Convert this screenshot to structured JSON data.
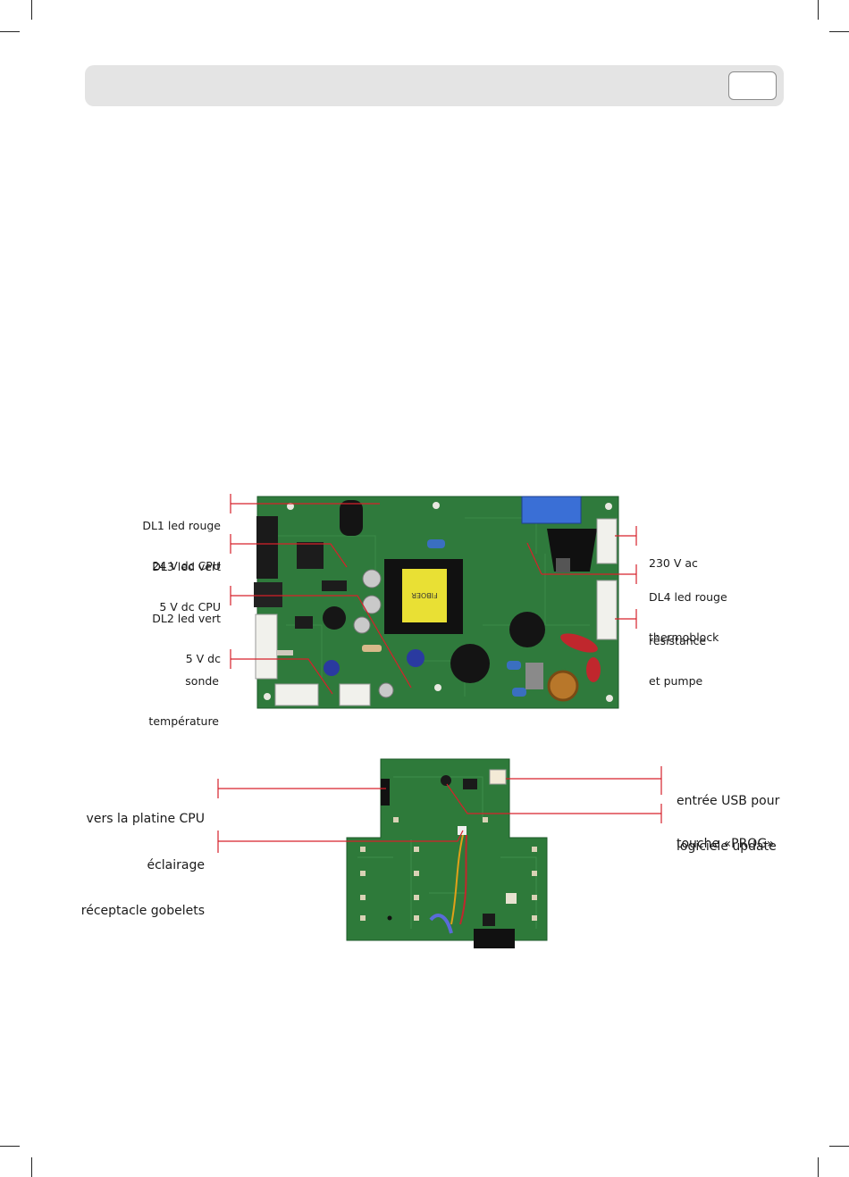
{
  "header": {
    "page_number": ""
  },
  "figure1": {
    "labels_left": [
      {
        "line1": "DL1 led rouge",
        "line2": "24 V dc CPU"
      },
      {
        "line1": "DL3 led vert",
        "line2": "5 V dc CPU"
      },
      {
        "line1": "DL2 led vert",
        "line2": "5 V dc"
      },
      {
        "line1": "sonde",
        "line2": "température"
      }
    ],
    "labels_right": [
      {
        "line1": "230 V ac",
        "line2": ""
      },
      {
        "line1": "DL4 led rouge",
        "line2": "thermoblock"
      },
      {
        "line1": "résistance",
        "line2": "et pumpe"
      }
    ],
    "transformer_text": "FIBOER"
  },
  "figure2": {
    "labels_left": [
      {
        "line1": "vers la platine CPU",
        "line2": ""
      },
      {
        "line1": "éclairage",
        "line2": "réceptacle gobelets"
      }
    ],
    "labels_right": [
      {
        "line1": "entrée USB pour",
        "line2": "logiciele update"
      },
      {
        "line1": "touche «PROG»",
        "line2": ""
      }
    ]
  },
  "colors": {
    "leader_line": "#d6202a",
    "board_green": "#2f7a3c",
    "header_gray": "#e4e4e4"
  }
}
